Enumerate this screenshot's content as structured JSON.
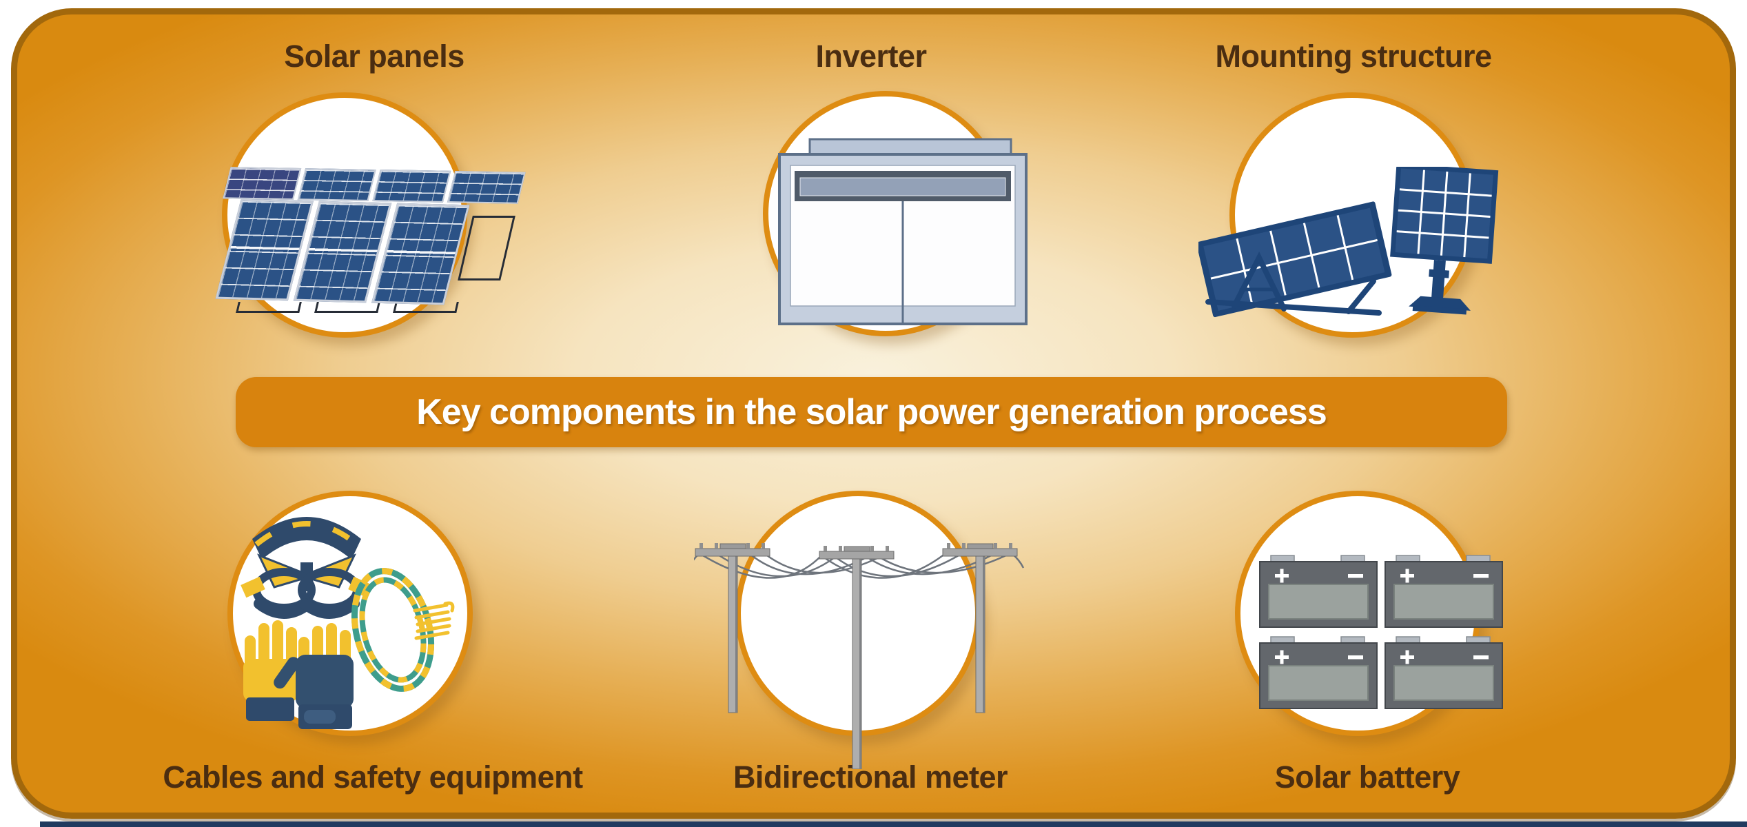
{
  "infographic": {
    "banner": {
      "title": "Key components in the solar power generation process"
    },
    "items": [
      {
        "label": "Solar panels",
        "icon": "solar-panel-array-icon",
        "label_position": "top"
      },
      {
        "label": "Inverter",
        "icon": "inverter-icon",
        "label_position": "top"
      },
      {
        "label": "Mounting structure",
        "icon": "mounting-structure-icon",
        "label_position": "top"
      },
      {
        "label": "Cables and safety equipment",
        "icon": "cables-safety-equipment-icon",
        "label_position": "bottom"
      },
      {
        "label": "Bidirectional meter",
        "icon": "utility-poles-wires-icon",
        "label_position": "bottom"
      },
      {
        "label": "Solar battery",
        "icon": "solar-battery-bank-icon",
        "label_position": "bottom"
      }
    ],
    "colors": {
      "canvas_background": "#FFFFFF",
      "card_gradient_center": "#F9F1DC",
      "card_gradient_edge": "#D98A10",
      "card_border": "#A2680C",
      "banner_background": "#D8830E",
      "banner_text": "#FFFFFF",
      "label_text": "#4A2D11",
      "circle_fill": "#FFFFFF",
      "circle_border": "#DE8C12",
      "panel_blue": "#2B5286",
      "panel_frame_gray": "#C9CFDA",
      "icon_navy": "#1E4578",
      "safety_yellow": "#F2C12E",
      "harness_navy": "#2F4A6B",
      "rope_teal": "#3E9D8C",
      "inverter_gray_blue": "#C5CFDE",
      "inverter_dark_bar": "#505B69",
      "battery_body_gray": "#63676C",
      "battery_inner_gray": "#9BA29E",
      "pole_gray": "#AEAEAE",
      "wire_gray": "#6E747C",
      "bottom_edge_navy": "#203A5F"
    }
  }
}
